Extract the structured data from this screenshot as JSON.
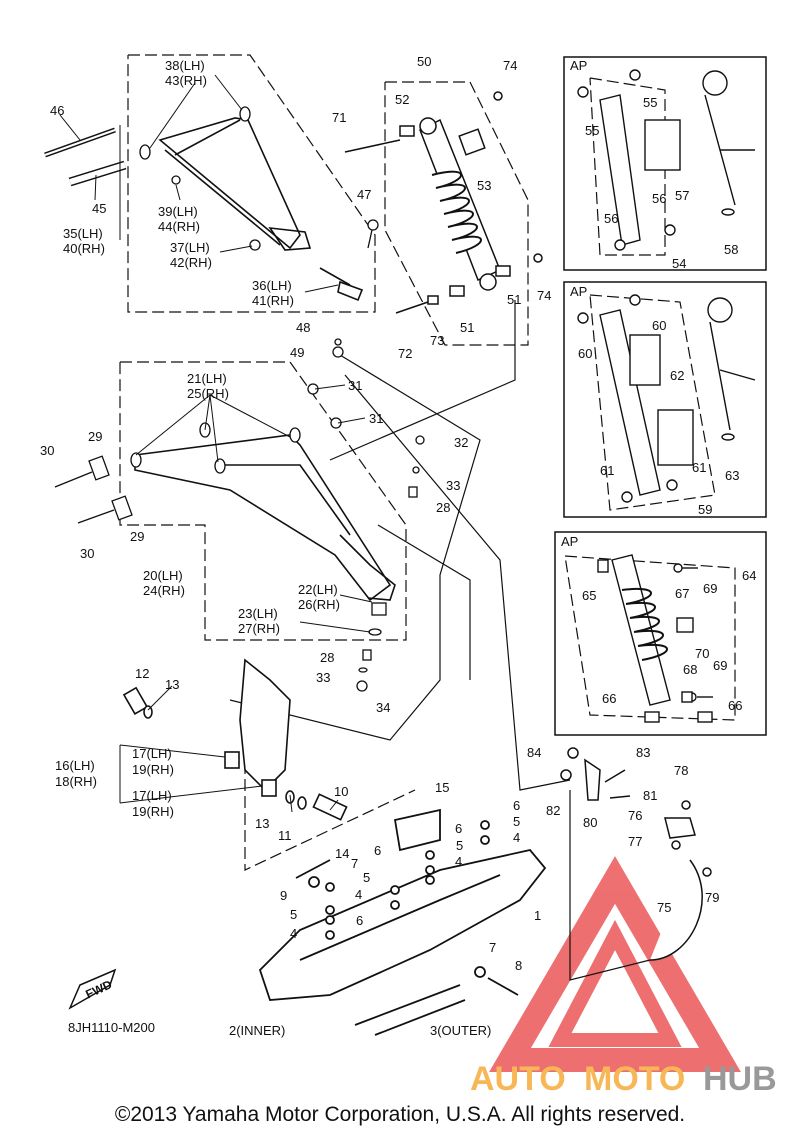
{
  "diagram": {
    "code": "8JH1110-M200",
    "fwd": "FWD",
    "copyright": "©2013 Yamaha Motor Corporation, U.S.A. All rights reserved.",
    "watermark": {
      "auto": "AUTO",
      "moto": "MOTO",
      "hub": "HUB",
      "brand_red": "#e84040",
      "brand_orange": "#f5a020",
      "brand_gray": "#777777"
    },
    "ap": "AP",
    "labels": {
      "l1": "1",
      "l2": "2(INNER)",
      "l3": "3(OUTER)",
      "l4": "4",
      "l5": "5",
      "l6": "6",
      "l7": "7",
      "l8": "8",
      "l9": "9",
      "l10": "10",
      "l11": "11",
      "l12": "12",
      "l13": "13",
      "l14": "14",
      "l15": "15",
      "l16": "16(LH)",
      "l18": "18(RH)",
      "l17": "17(LH)",
      "l19": "19(RH)",
      "l20": "20(LH)",
      "l24": "24(RH)",
      "l21": "21(LH)",
      "l25": "25(RH)",
      "l22": "22(LH)",
      "l26": "26(RH)",
      "l23": "23(LH)",
      "l27": "27(RH)",
      "l28": "28",
      "l29": "29",
      "l30": "30",
      "l31": "31",
      "l32": "32",
      "l33": "33",
      "l34": "34",
      "l35": "35(LH)",
      "l40": "40(RH)",
      "l36": "36(LH)",
      "l41": "41(RH)",
      "l37": "37(LH)",
      "l42": "42(RH)",
      "l38": "38(LH)",
      "l43": "43(RH)",
      "l39": "39(LH)",
      "l44": "44(RH)",
      "l45": "45",
      "l46": "46",
      "l47": "47",
      "l48": "48",
      "l49": "49",
      "l50": "50",
      "l51": "51",
      "l52": "52",
      "l53": "53",
      "l54": "54",
      "l55": "55",
      "l56": "56",
      "l57": "57",
      "l58": "58",
      "l59": "59",
      "l60": "60",
      "l61": "61",
      "l62": "62",
      "l63": "63",
      "l64": "64",
      "l65": "65",
      "l66": "66",
      "l67": "67",
      "l68": "68",
      "l69": "69",
      "l70": "70",
      "l71": "71",
      "l72": "72",
      "l73": "73",
      "l74": "74",
      "l75": "75",
      "l76": "76",
      "l77": "77",
      "l78": "78",
      "l79": "79",
      "l80": "80",
      "l81": "81",
      "l82": "82",
      "l83": "83",
      "l84": "84"
    }
  }
}
